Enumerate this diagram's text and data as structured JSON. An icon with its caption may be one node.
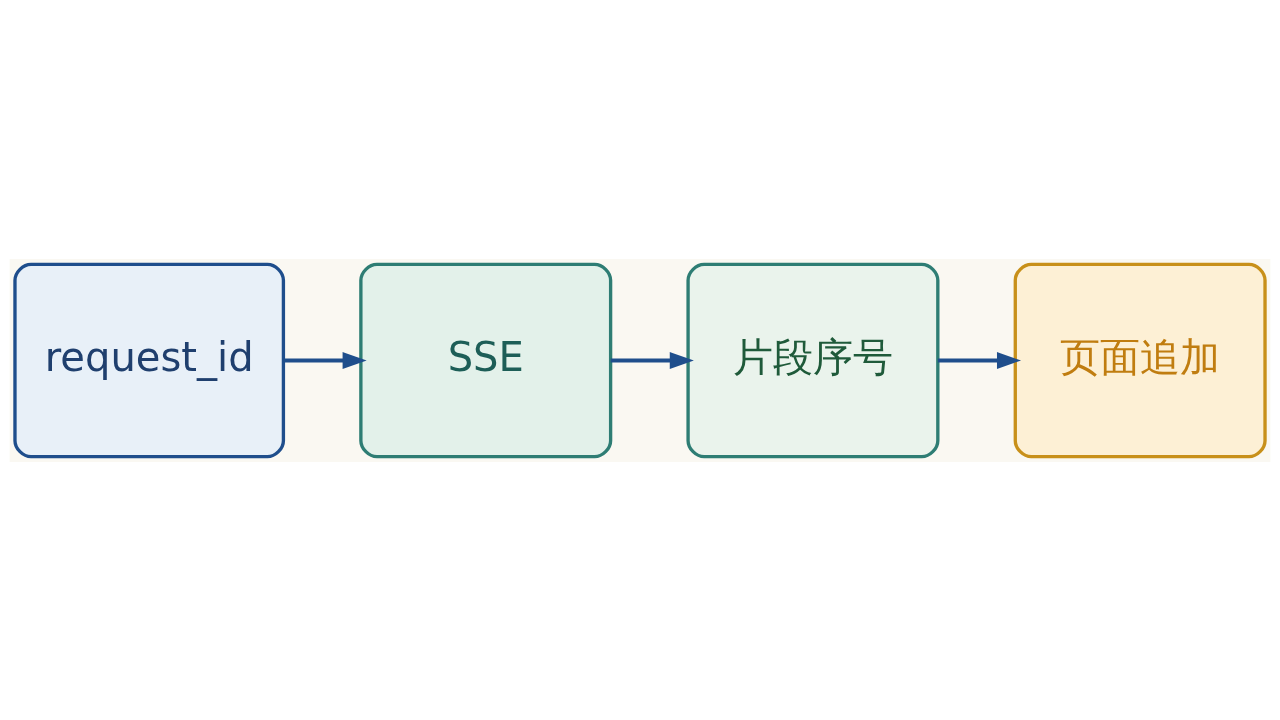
{
  "diagram": {
    "nodes": [
      {
        "text": [
          "request_id"
        ]
      },
      {
        "text": [
          "SSE"
        ]
      },
      {
        "text": [
          "片段序号"
        ]
      },
      {
        "text": [
          "页面追加"
        ]
      }
    ],
    "edges": [
      {
        "from": 0,
        "to": 1,
        "arrow": "to"
      },
      {
        "from": 1,
        "to": 2,
        "arrow": "to"
      },
      {
        "from": 2,
        "to": 3,
        "arrow": "to"
      }
    ]
  }
}
